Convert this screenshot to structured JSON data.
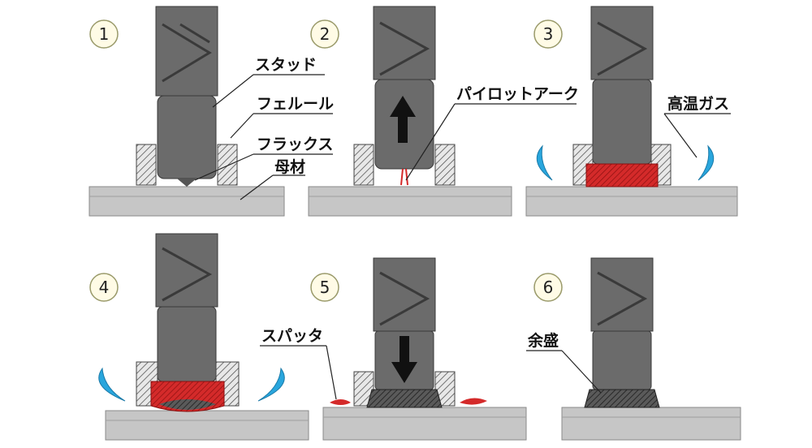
{
  "diagram": {
    "steps": [
      {
        "number": "1"
      },
      {
        "number": "2"
      },
      {
        "number": "3"
      },
      {
        "number": "4"
      },
      {
        "number": "5"
      },
      {
        "number": "6"
      }
    ],
    "labels": {
      "stud": "スタッド",
      "ferrule": "フェルール",
      "flux": "フラックス",
      "base_metal": "母材",
      "pilot_arc": "パイロットアーク",
      "hot_gas": "高温ガス",
      "spatter": "スパッタ",
      "reinforcement": "余盛"
    },
    "colors": {
      "stud": "#6b6b6b",
      "base_metal": "#c6c6c6",
      "molten": "#d42a2a",
      "gas": "#29a6dd",
      "badge_fill": "#fffbe6",
      "badge_stroke": "#9a9a6a"
    }
  }
}
